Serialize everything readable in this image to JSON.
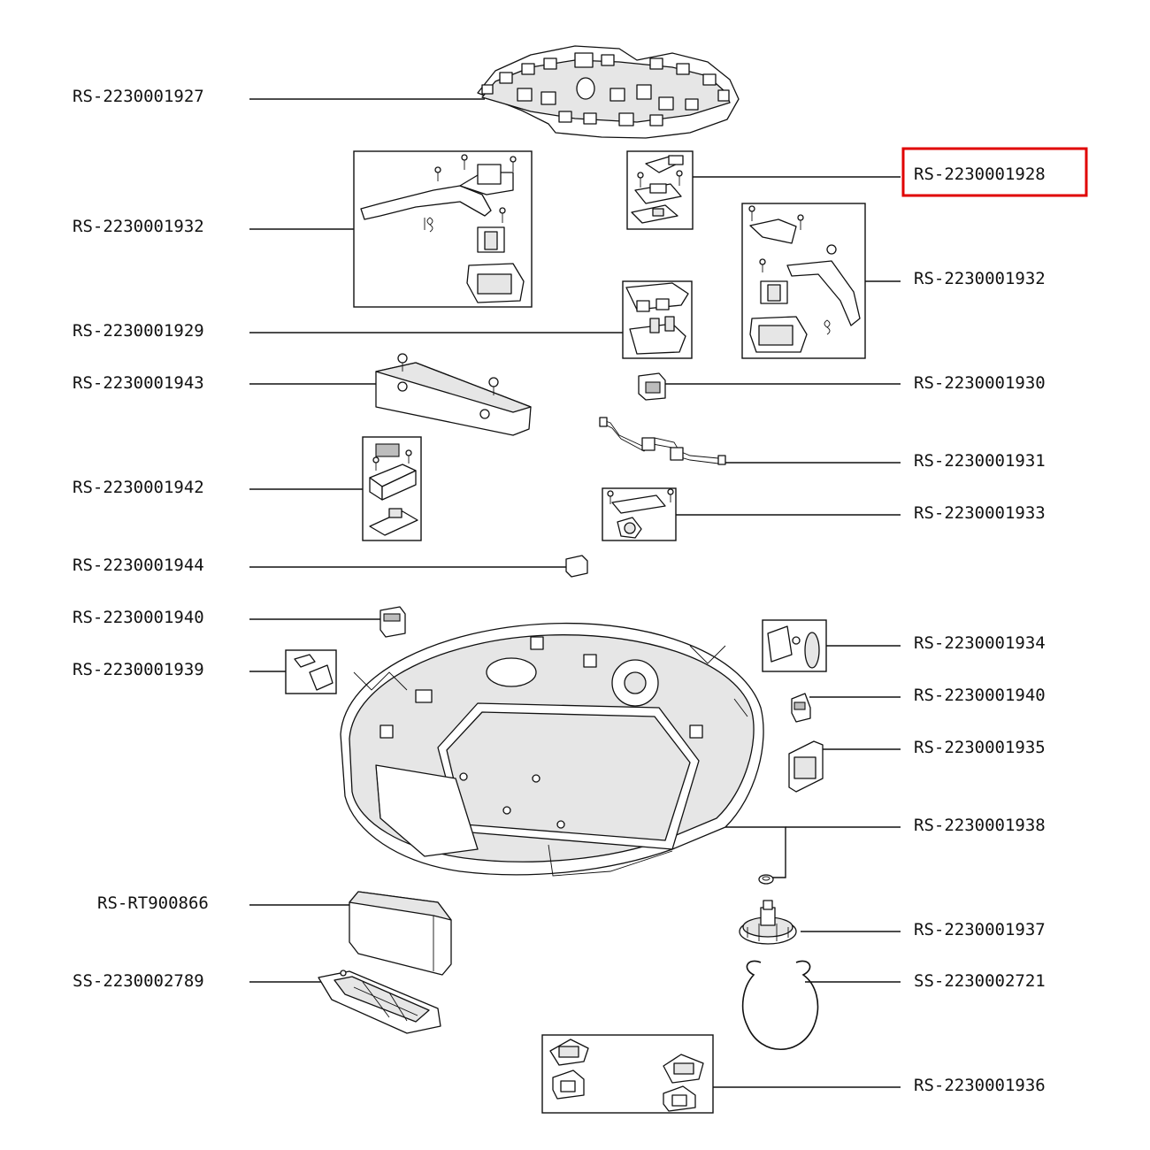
{
  "highlight_color": "#e00000",
  "labels": {
    "l1927": "RS-2230001927",
    "l1932a": "RS-2230001932",
    "l1929": "RS-2230001929",
    "l1943": "RS-2230001943",
    "l1942": "RS-2230001942",
    "l1944": "RS-2230001944",
    "l1940a": "RS-2230001940",
    "l1939": "RS-2230001939",
    "lrt": "RS-RT900866",
    "l2789": "SS-2230002789",
    "l1928": "RS-2230001928",
    "l1932b": "RS-2230001932",
    "l1930": "RS-2230001930",
    "l1931": "RS-2230001931",
    "l1933": "RS-2230001933",
    "l1934": "RS-2230001934",
    "l1940b": "RS-2230001940",
    "l1935": "RS-2230001935",
    "l1938": "RS-2230001938",
    "l1937": "RS-2230001937",
    "l2721": "SS-2230002721",
    "l1936": "RS-2230001936"
  }
}
